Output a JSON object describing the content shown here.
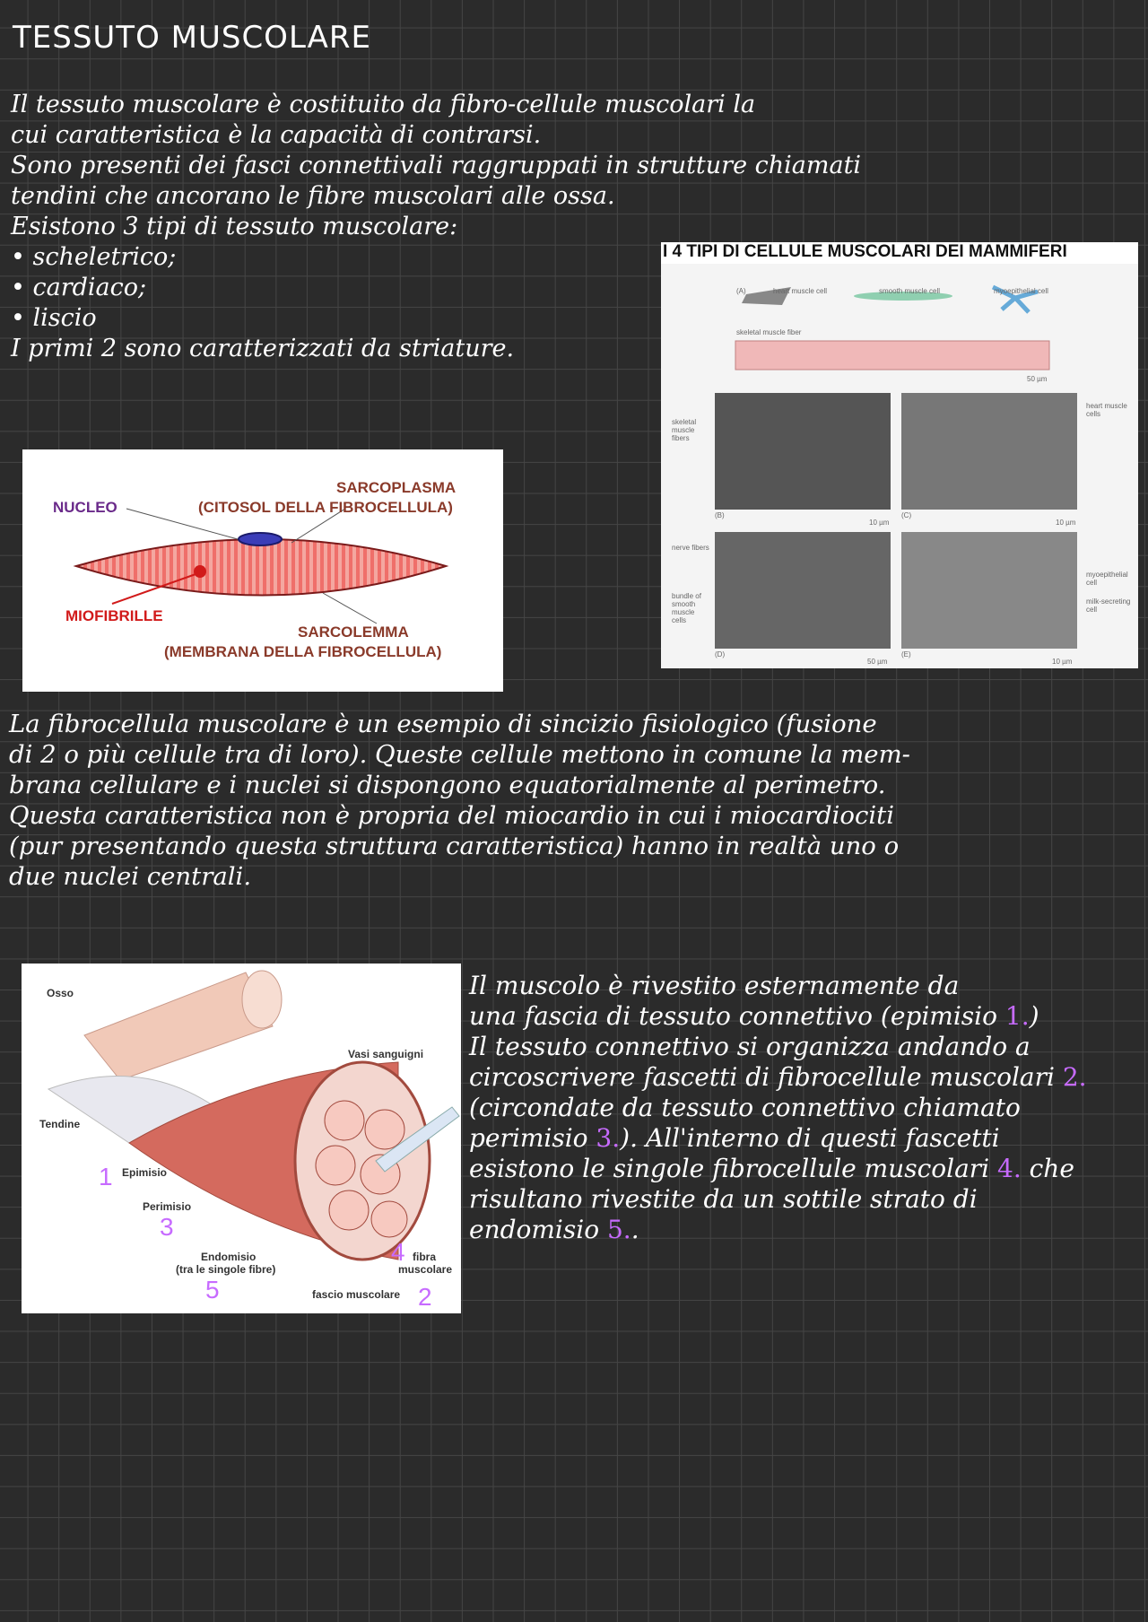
{
  "title": "TESSUTO MUSCOLARE",
  "intro": {
    "lines": [
      "Il tessuto muscolare è costituito da fibro-cellule muscolari la",
      "cui caratteristica è la capacità di contrarsi.",
      "Sono presenti dei fasci connettivali raggruppati in strutture chiamati",
      "tendini che ancorano le fibre muscolari alle ossa.",
      "Esistono 3 tipi di tessuto muscolare:",
      "• scheletrico;",
      "• cardiaco;",
      "• liscio",
      "I primi 2 sono caratterizzati da striature."
    ]
  },
  "fibrocell_figure": {
    "labels": {
      "nucleo": "NUCLEO",
      "sarcoplasma": "SARCOPLASMA",
      "sarcoplasma_sub": "(CITOSOL DELLA FIBROCELLULA)",
      "miofibrille": "MIOFIBRILLE",
      "sarcolemma": "SARCOLEMMA",
      "sarcolemma_sub": "(MEMBRANA  DELLA FIBROCELLULA)"
    },
    "colors": {
      "stripe_a": "#f4a7a0",
      "stripe_b": "#ef6f6a",
      "nucleus": "#3b3db8",
      "dot": "#d11a1a"
    }
  },
  "mammals_figure": {
    "header": "I 4 TIPI DI CELLULE MUSCOLARI DEI MAMMIFERI",
    "labels": {
      "a": "(A)",
      "heart": "heart muscle cell",
      "smooth": "smooth muscle cell",
      "myoepi": "myoepithelial cell",
      "skeletal_fiber": "skeletal muscle fiber",
      "scale_50": "50 µm",
      "scale_10": "10 µm",
      "b": "(B)",
      "c": "(C)",
      "d": "(D)",
      "e": "(E)",
      "left_skeletal": "skeletal muscle fibers",
      "left_nerve": "nerve fibers",
      "left_bundle": "bundle of smooth muscle cells",
      "right_heart": "heart muscle cells",
      "right_myoepi": "myoepithelial cell",
      "right_milk": "milk-secreting cell"
    }
  },
  "syncytium": {
    "lines": [
      "La fibrocellula muscolare è un esempio di sincizio fisiologico (fusione",
      "di 2 o più cellule tra di loro). Queste cellule mettono in comune la mem-",
      "brana cellulare e i nuclei si dispongono equatorialmente al perimetro.",
      "Questa caratteristica non è propria del miocardio in cui i miocardiociti",
      "(pur presentando questa struttura caratteristica) hanno in realtà uno o",
      "due nuclei centrali."
    ]
  },
  "muscle_figure": {
    "labels": {
      "osso": "Osso",
      "vasi": "Vasi sanguigni",
      "tendine": "Tendine",
      "epimisio": "Epimisio",
      "perimisio": "Perimisio",
      "endomisio": "Endomisio",
      "endomisio_sub": "(tra le singole fibre)",
      "fascio": "fascio muscolare",
      "fibra1": "fibra",
      "fibra2": "muscolare"
    },
    "numbers": {
      "n1": "1",
      "n2": "2",
      "n3": "3",
      "n4": "4",
      "n5": "5"
    }
  },
  "muscle_text": {
    "l1": "Il muscolo è rivestito esternamente da",
    "l2a": "una fascia di tessuto connettivo (epimisio ",
    "l2n": "1.",
    "l2b": ")",
    "l3": "Il tessuto connettivo si organizza andando a",
    "l4a": "circoscrivere fascetti di fibrocellule muscolari ",
    "l4n": "2.",
    "l5": "(circondate da tessuto connettivo chiamato",
    "l6a": "perimisio ",
    "l6n": "3.",
    "l6b": "). All'interno di questi fascetti",
    "l7a": "esistono le singole fibrocellule muscolari ",
    "l7n": "4.",
    "l7b": " che",
    "l8": "risultano rivestite da un sottile strato di",
    "l9a": "endomisio ",
    "l9n": "5.",
    "l9b": "."
  }
}
